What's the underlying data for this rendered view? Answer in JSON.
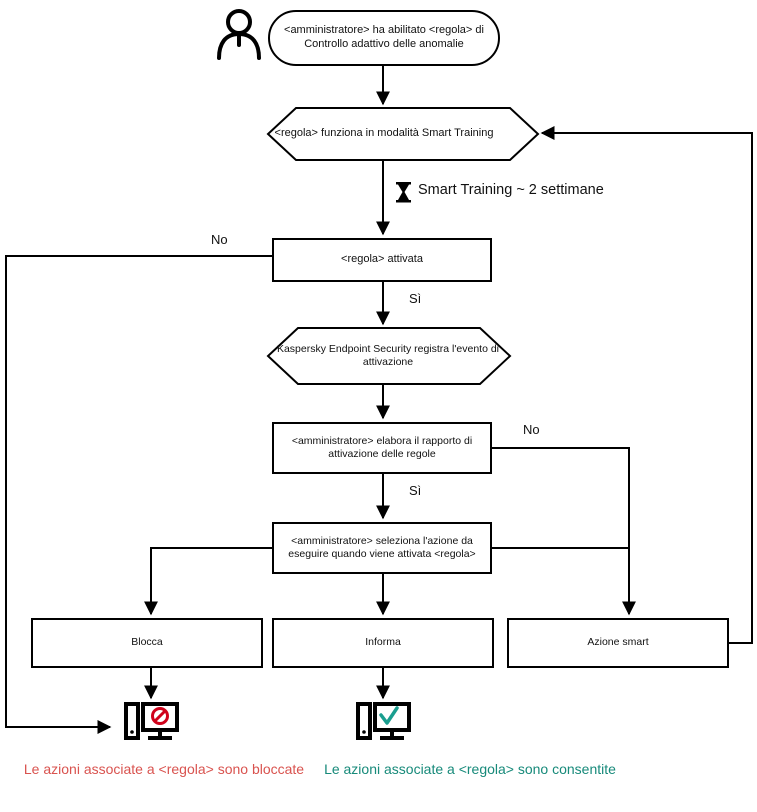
{
  "diagram": {
    "title": "Controllo adattivo delle anomalie - flusso della regola",
    "language": "it",
    "colors": {
      "stroke": "#000000",
      "text": "#111111",
      "blocked": "#d9534f",
      "allowed": "#178a7a",
      "background": "#ffffff"
    }
  },
  "nodes": {
    "actor": {
      "icon": "user-actor-icon",
      "shape": "stick-figure"
    },
    "start": {
      "shape": "rounded-rectangle",
      "label": "<amministratore> ha abilitato <regola> di Controllo adattivo delle anomalie"
    },
    "smart_training": {
      "shape": "hexagon",
      "label": "<regola> funziona in modalità Smart Training"
    },
    "rule_triggered": {
      "shape": "rectangle",
      "label": "<regola> attivata"
    },
    "kes_event": {
      "shape": "hexagon",
      "label": "Kaspersky Endpoint Security registra l'evento di attivazione"
    },
    "admin_report": {
      "shape": "rectangle",
      "label": "<amministratore> elabora il rapporto di attivazione delle regole"
    },
    "admin_select": {
      "shape": "rectangle",
      "label": "<amministratore> seleziona l'azione da eseguire quando viene attivata <regola>"
    },
    "action_block": {
      "shape": "rectangle",
      "label": "Blocca"
    },
    "action_inform": {
      "shape": "rectangle",
      "label": "Informa"
    },
    "action_smart": {
      "shape": "rectangle",
      "label": "Azione smart"
    }
  },
  "edge_labels": {
    "no_1": "No",
    "si_1": "Sì",
    "no_2": "No",
    "si_2": "Sì",
    "training_duration": "Smart Training ~ 2 settimane"
  },
  "icons": {
    "hourglass": "hourglass-icon",
    "computer_blocked": "computer-blocked-icon",
    "computer_allowed": "computer-allowed-icon"
  },
  "captions": {
    "blocked": "Le azioni associate a <regola> sono bloccate",
    "allowed": "Le azioni associate a <regola> sono consentite"
  }
}
